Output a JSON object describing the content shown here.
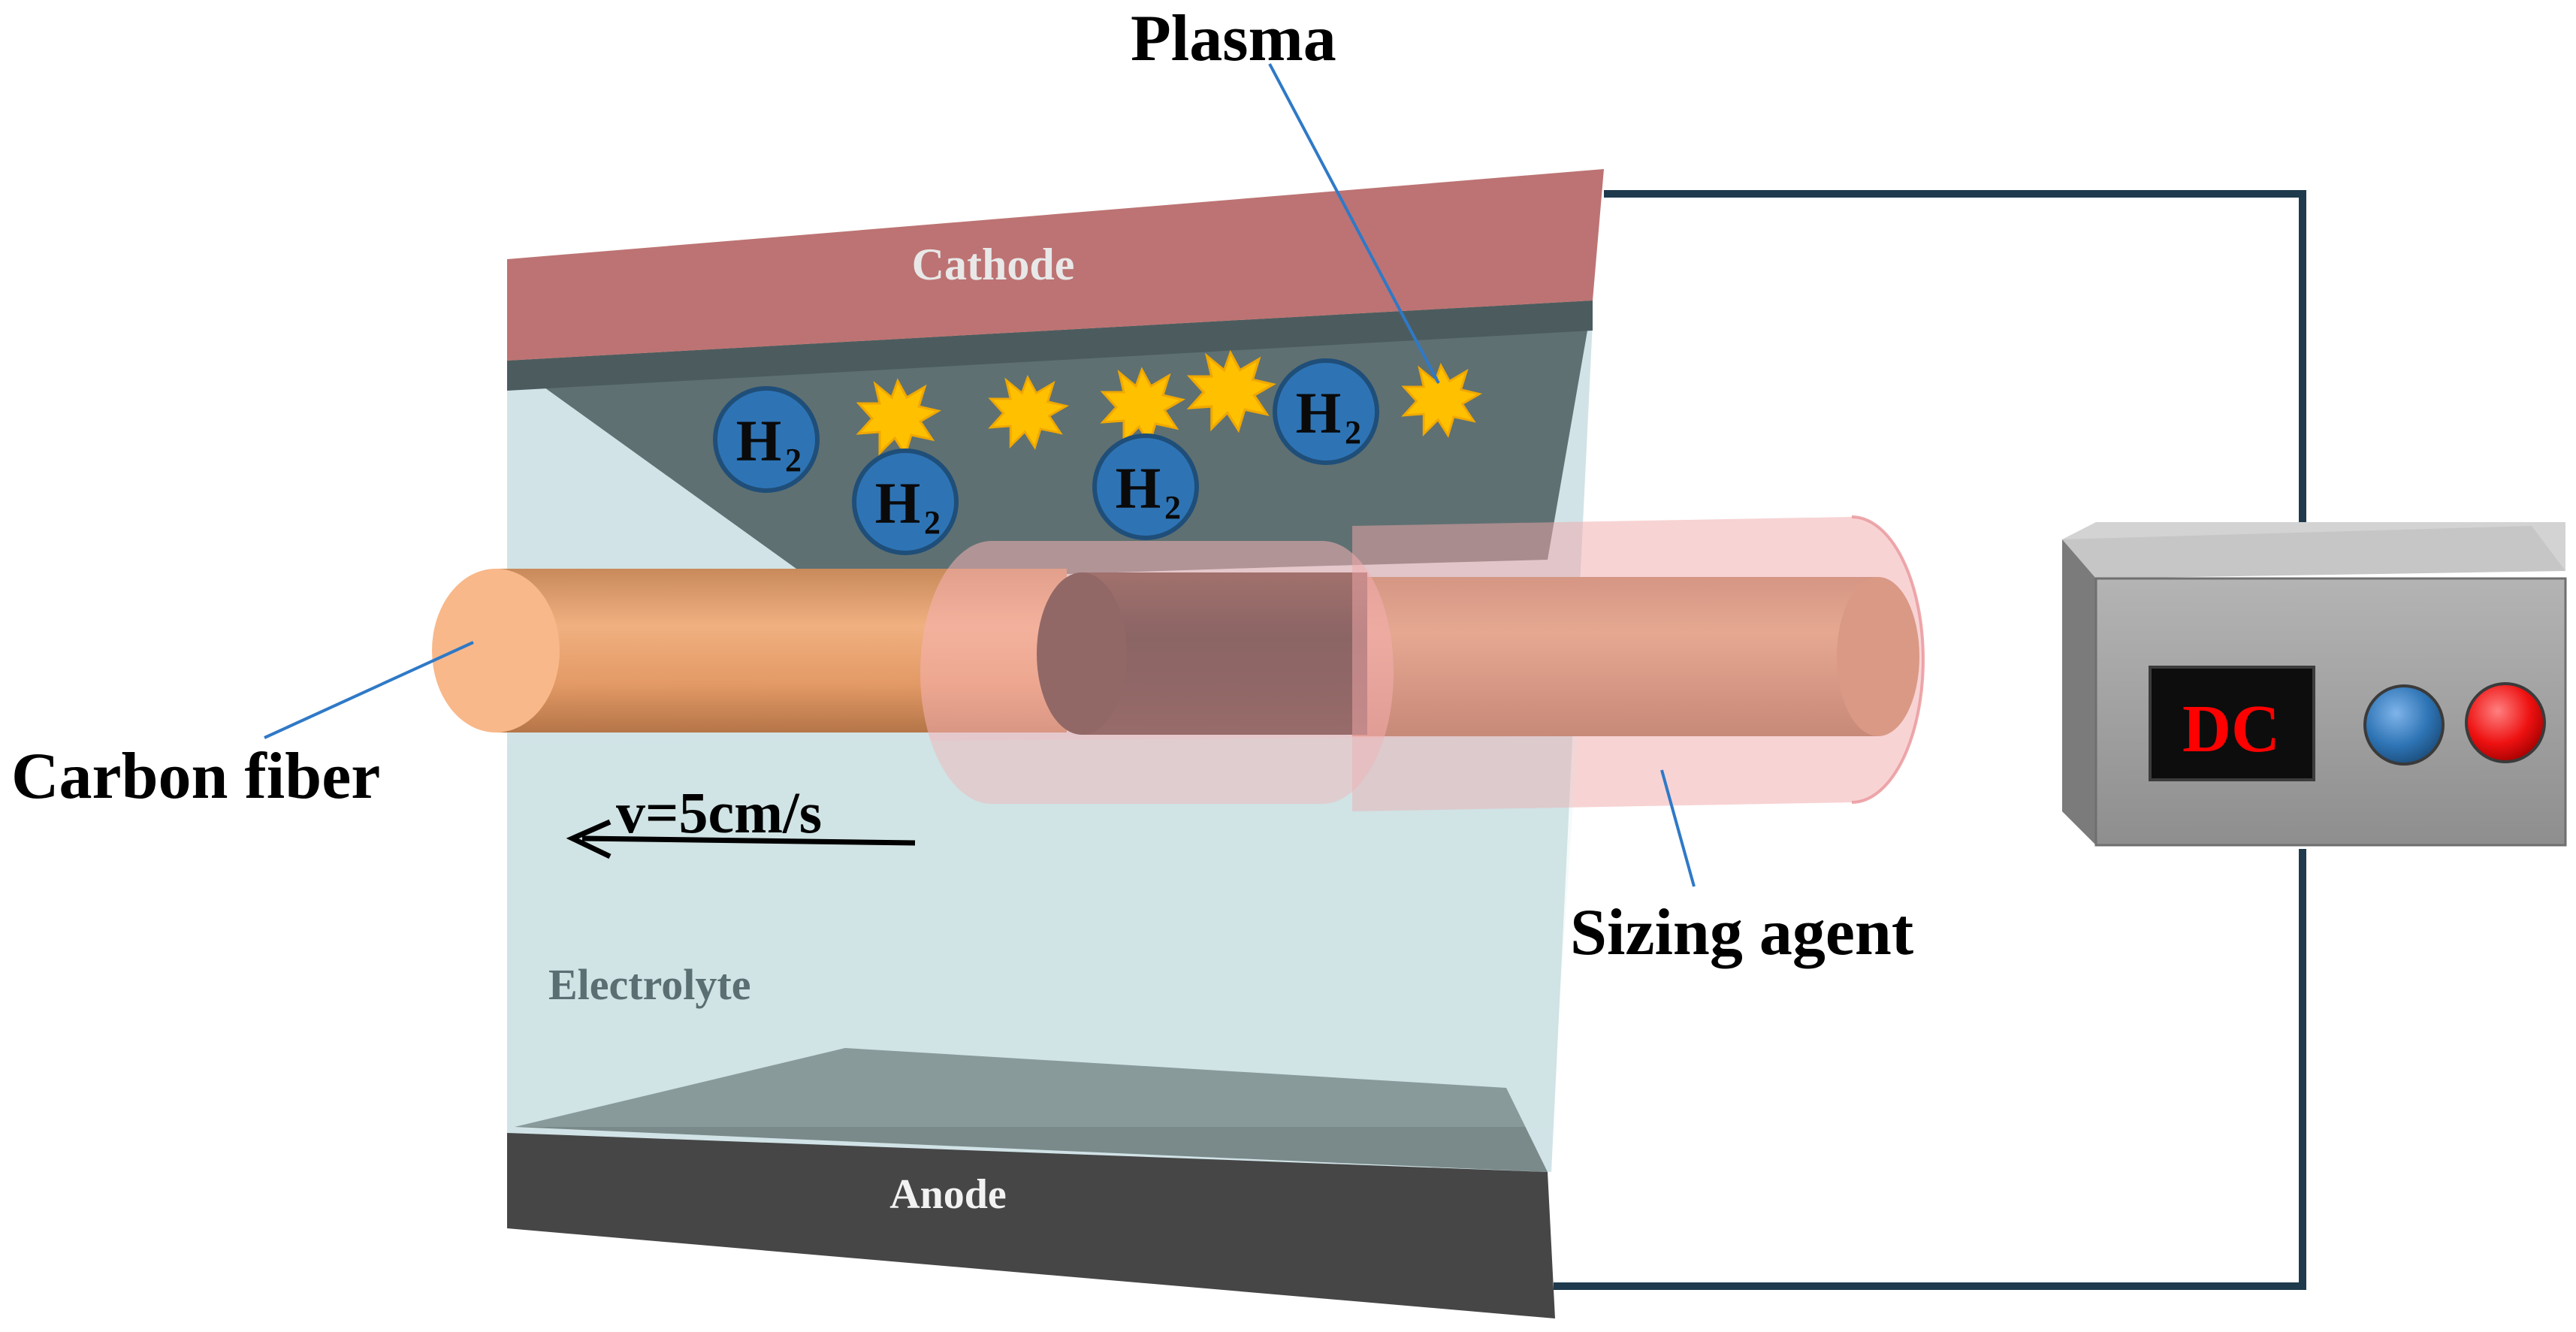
{
  "labels": {
    "plasma": "Plasma",
    "cathode": "Cathode",
    "carbon_fiber": "Carbon fiber",
    "velocity": "v=5cm/s",
    "electrolyte": "Electrolyte",
    "sizing_agent": "Sizing agent",
    "anode": "Anode",
    "dc": "DC"
  },
  "molecule": {
    "symbol": "H",
    "subscript": "2"
  },
  "colors": {
    "cathode": "#bd7373",
    "anode": "#464646",
    "electrolyte": "#cfe2e5",
    "plasma_region": "#5e7072",
    "fiber": "#e9a574",
    "sizing_agent": "#f5b2b4",
    "plasma_spark": "#ffc000",
    "h2_bubble": "#2e74b5",
    "wire": "#1f3a4d",
    "dc_text": "#ff0000"
  }
}
